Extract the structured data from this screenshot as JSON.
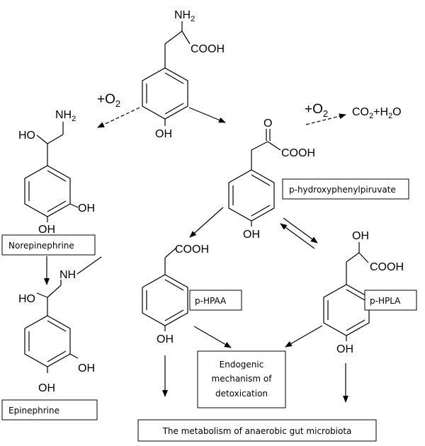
{
  "boxes": {
    "norepinephrine": "Norepinephrine",
    "epinephrine": "Epinephrine",
    "p_hydroxyphenylpyruvate": "p-hydroxyphenylpiruvate",
    "p_hpaa": "p-HPAA",
    "p_hpla": "p-HPLA",
    "detox_line1": "Endogenic",
    "detox_line2": "mechanism of",
    "detox_line3": "detoxication",
    "microbiota": "The metabolism of anaerobic gut microbiota"
  },
  "groups": {
    "nh2": "NH",
    "nh2_sub": "2",
    "nh": "NH",
    "cooh": "COOH",
    "oh": "OH",
    "ho": "HO",
    "o": "O"
  },
  "reagents": {
    "oxygen_plus": "+O",
    "oxygen_sub": "2",
    "co2": "CO",
    "co2_sub": "2",
    "plus_h2o": "+H",
    "h2o_sub": "2",
    "h2o_tail": "O"
  }
}
